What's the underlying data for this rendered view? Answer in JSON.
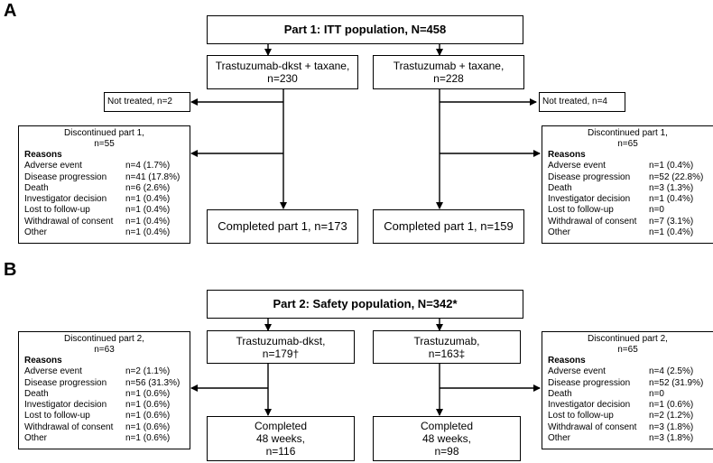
{
  "panels": {
    "a": "A",
    "b": "B"
  },
  "part1": {
    "title": "Part 1: ITT population, N=458",
    "left_arm": {
      "line1": "Trastuzumab-dkst + taxane,",
      "line2": "n=230"
    },
    "right_arm": {
      "line1": "Trastuzumab + taxane,",
      "line2": "n=228"
    },
    "left_not_treated": "Not treated, n=2",
    "right_not_treated": "Not treated, n=4",
    "left_discontinued": {
      "line1": "Discontinued part 1,",
      "line2": "n=55",
      "reasons_label": "Reasons",
      "reasons": [
        {
          "label": "Adverse event",
          "value": "n=4 (1.7%)"
        },
        {
          "label": "Disease progression",
          "value": "n=41 (17.8%)"
        },
        {
          "label": "Death",
          "value": "n=6 (2.6%)"
        },
        {
          "label": "Investigator decision",
          "value": "n=1 (0.4%)"
        },
        {
          "label": "Lost to follow-up",
          "value": "n=1 (0.4%)"
        },
        {
          "label": "Withdrawal of consent",
          "value": "n=1 (0.4%)"
        },
        {
          "label": "Other",
          "value": "n=1 (0.4%)"
        }
      ]
    },
    "right_discontinued": {
      "line1": "Discontinued part 1,",
      "line2": "n=65",
      "reasons_label": "Reasons",
      "reasons": [
        {
          "label": "Adverse event",
          "value": "n=1 (0.4%)"
        },
        {
          "label": "Disease progression",
          "value": "n=52 (22.8%)"
        },
        {
          "label": "Death",
          "value": "n=3 (1.3%)"
        },
        {
          "label": "Investigator decision",
          "value": "n=1 (0.4%)"
        },
        {
          "label": "Lost to follow-up",
          "value": "n=0"
        },
        {
          "label": "Withdrawal of consent",
          "value": "n=7 (3.1%)"
        },
        {
          "label": "Other",
          "value": "n=1 (0.4%)"
        }
      ]
    },
    "left_completed": "Completed part 1, n=173",
    "right_completed": "Completed part 1, n=159"
  },
  "part2": {
    "title": "Part 2: Safety population, N=342*",
    "left_arm": {
      "line1": "Trastuzumab-dkst,",
      "line2": "n=179†"
    },
    "right_arm": {
      "line1": "Trastuzumab,",
      "line2": "n=163‡"
    },
    "left_discontinued": {
      "line1": "Discontinued part 2,",
      "line2": "n=63",
      "reasons_label": "Reasons",
      "reasons": [
        {
          "label": "Adverse event",
          "value": "n=2 (1.1%)"
        },
        {
          "label": "Disease progression",
          "value": "n=56 (31.3%)"
        },
        {
          "label": "Death",
          "value": "n=1 (0.6%)"
        },
        {
          "label": "Investigator decision",
          "value": "n=1 (0.6%)"
        },
        {
          "label": "Lost to follow-up",
          "value": "n=1 (0.6%)"
        },
        {
          "label": "Withdrawal of consent",
          "value": "n=1 (0.6%)"
        },
        {
          "label": "Other",
          "value": "n=1 (0.6%)"
        }
      ]
    },
    "right_discontinued": {
      "line1": "Discontinued part 2,",
      "line2": "n=65",
      "reasons_label": "Reasons",
      "reasons": [
        {
          "label": "Adverse event",
          "value": "n=4 (2.5%)"
        },
        {
          "label": "Disease progression",
          "value": "n=52 (31.9%)"
        },
        {
          "label": "Death",
          "value": "n=0"
        },
        {
          "label": "Investigator decision",
          "value": "n=1 (0.6%)"
        },
        {
          "label": "Lost to follow-up",
          "value": "n=2 (1.2%)"
        },
        {
          "label": "Withdrawal of consent",
          "value": "n=3 (1.8%)"
        },
        {
          "label": "Other",
          "value": "n=3 (1.8%)"
        }
      ]
    },
    "left_completed": {
      "line1": "Completed",
      "line2": "48 weeks,",
      "line3": "n=116"
    },
    "right_completed": {
      "line1": "Completed",
      "line2": "48 weeks,",
      "line3": "n=98"
    }
  }
}
